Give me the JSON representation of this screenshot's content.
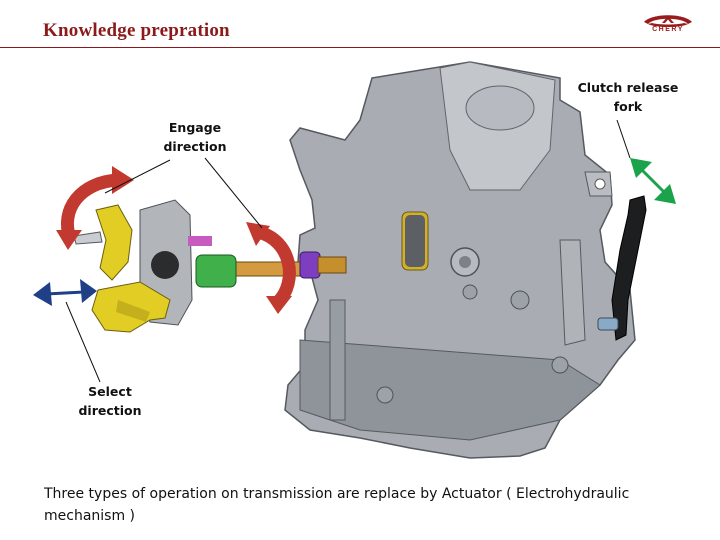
{
  "slide": {
    "title": "Knowledge prepration",
    "logo_text": "CHERY"
  },
  "labels": {
    "engage_line1": "Engage",
    "engage_line2": "direction",
    "clutch_line1": "Clutch release",
    "clutch_line2": "fork",
    "select_line1": "Select",
    "select_line2": "direction"
  },
  "caption": {
    "line1": "Three types of operation on transmission are replace by Actuator ( Electrohydraulic",
    "line2": "mechanism )"
  },
  "colors": {
    "title": "#8b1a1a",
    "rotation_arrow": "#c23a2f",
    "select_arrow": "#1f3f87",
    "clutch_arrow": "#1aa34a",
    "housing": "#a9adb3",
    "actuator_yellow": "#e2cd25"
  }
}
